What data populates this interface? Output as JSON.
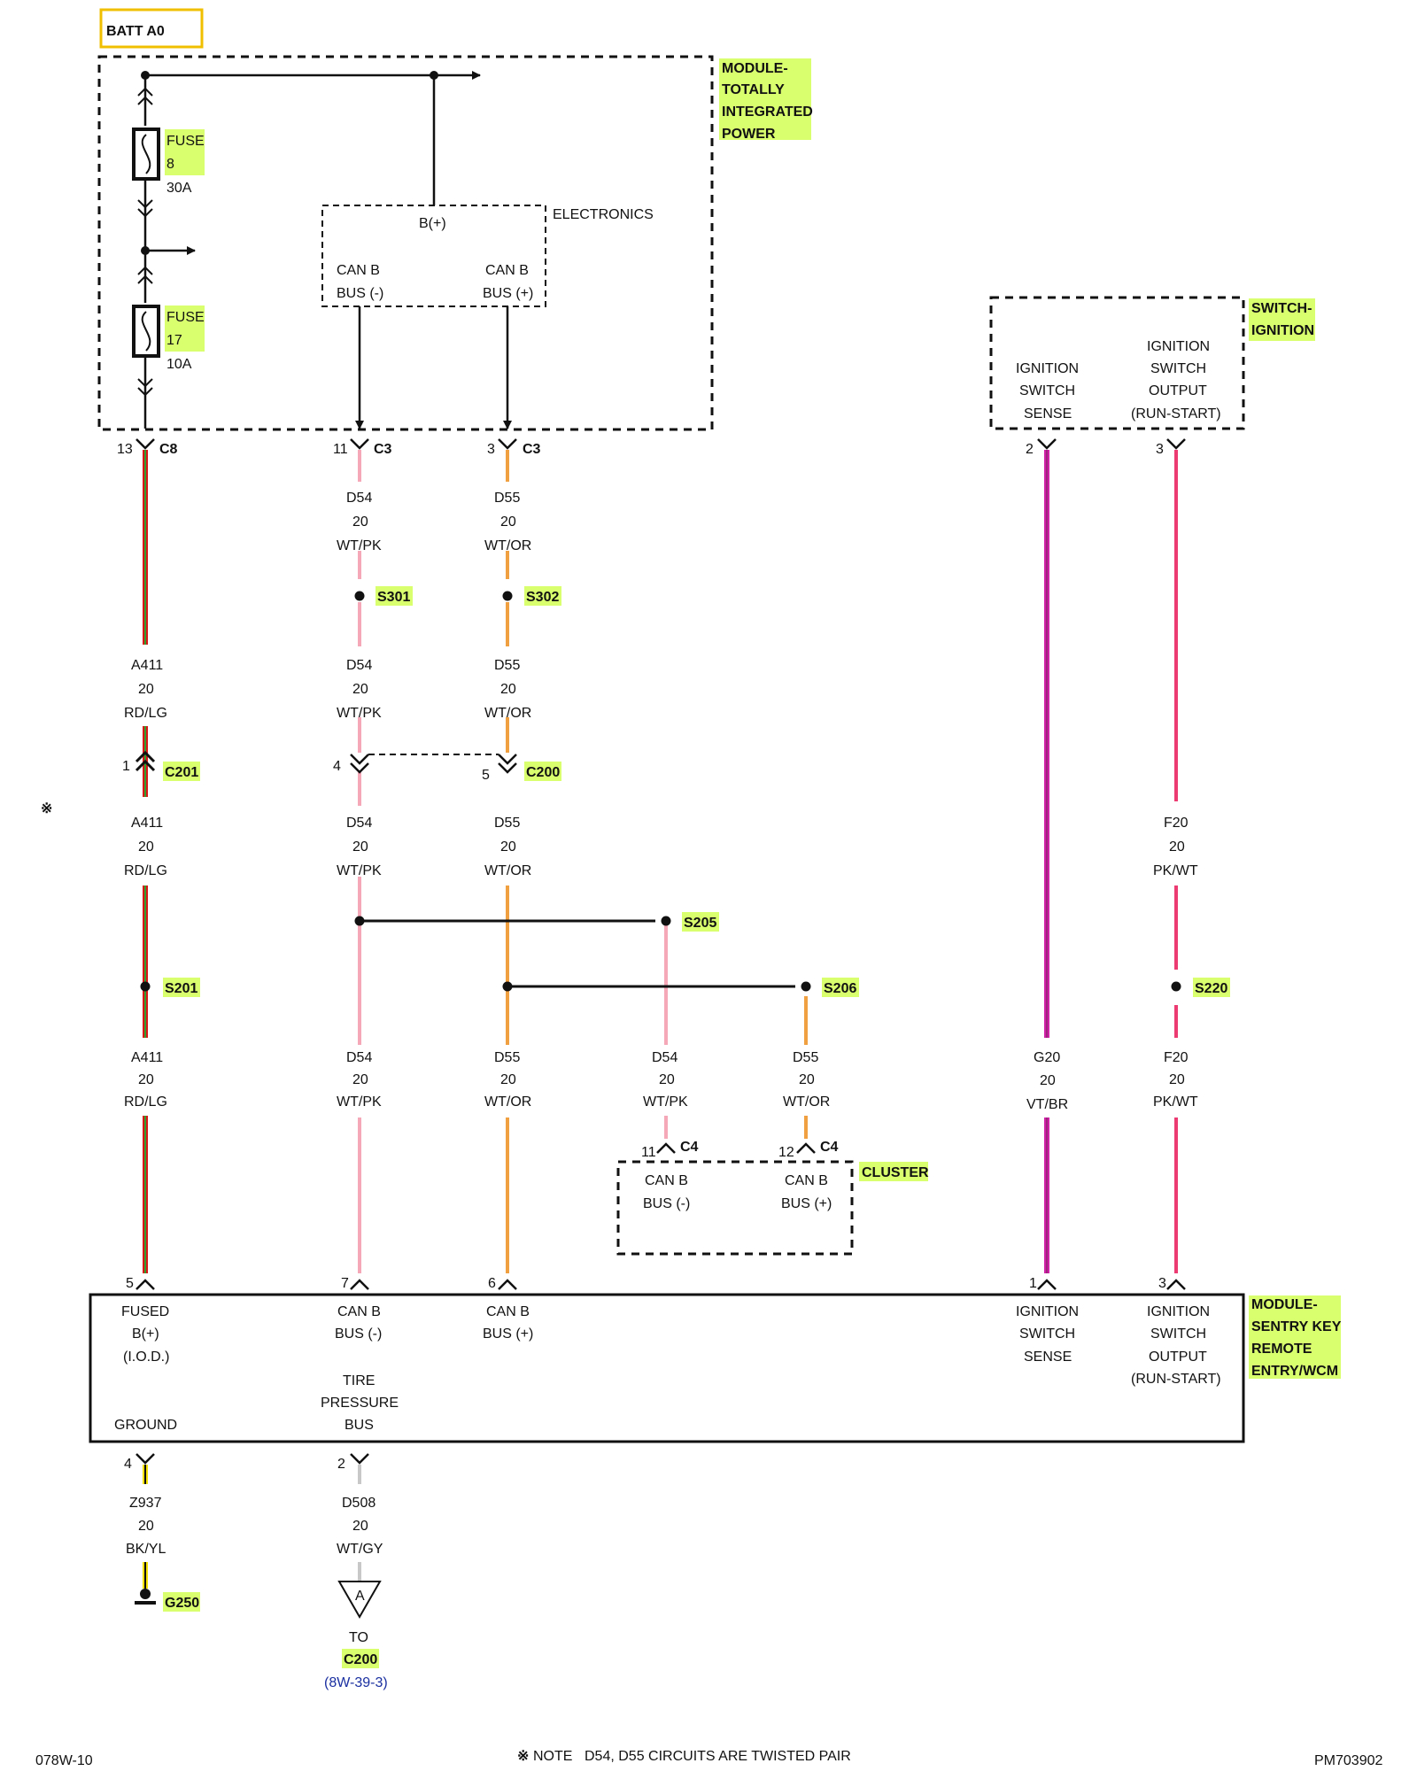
{
  "title": "BATT A0",
  "colors": {
    "highlight": "#d9ff6e",
    "wire_red": "#d81818",
    "wire_green": "#2fa02f",
    "wire_pink": "#f4a8b8",
    "wire_orange": "#f0a040",
    "wire_magenta": "#d020a8",
    "wire_pink_dark": "#ec3a72",
    "wire_yellow": "#f4e000",
    "wire_gray": "#c8c8c8",
    "ref_blue": "#1a2fa0"
  },
  "tipm": {
    "name_lines": [
      "MODULE-",
      "TOTALLY",
      "INTEGRATED",
      "POWER"
    ],
    "fuse1": {
      "label": "FUSE",
      "number": "8",
      "rating": "30A"
    },
    "fuse2": {
      "label": "FUSE",
      "number": "17",
      "rating": "10A"
    },
    "electronics": {
      "label": "ELECTRONICS",
      "bplus": "B(+)",
      "pin_left": [
        "CAN B",
        "BUS (-)"
      ],
      "pin_right": [
        "CAN B",
        "BUS (+)"
      ]
    },
    "connectors": [
      {
        "pin": "13",
        "name": "C8"
      },
      {
        "pin": "11",
        "name": "C3"
      },
      {
        "pin": "3",
        "name": "C3"
      }
    ]
  },
  "ignition_switch": {
    "name_lines": [
      "SWITCH-",
      "IGNITION"
    ],
    "pin_left": [
      "IGNITION",
      "SWITCH",
      "SENSE"
    ],
    "pin_right": [
      "IGNITION",
      "SWITCH",
      "OUTPUT",
      "(RUN-START)"
    ],
    "connectors": [
      {
        "pin": "2"
      },
      {
        "pin": "3"
      }
    ]
  },
  "wires": {
    "a411": [
      "A411",
      "20",
      "RD/LG"
    ],
    "d54": [
      "D54",
      "20",
      "WT/PK"
    ],
    "d55": [
      "D55",
      "20",
      "WT/OR"
    ],
    "g20": [
      "G20",
      "20",
      "VT/BR"
    ],
    "f20": [
      "F20",
      "20",
      "PK/WT"
    ],
    "z937": [
      "Z937",
      "20",
      "BK/YL"
    ],
    "d508": [
      "D508",
      "20",
      "WT/GY"
    ]
  },
  "splices": {
    "s301": "S301",
    "s302": "S302",
    "s201": "S201",
    "s205": "S205",
    "s206": "S206",
    "s220": "S220"
  },
  "inline_connectors": {
    "c201": {
      "name": "C201",
      "pin": "1"
    },
    "c200": {
      "name": "C200",
      "pin_left": "4",
      "pin_right": "5"
    }
  },
  "cluster": {
    "name": "CLUSTER",
    "pin_left": [
      "CAN B",
      "BUS (-)"
    ],
    "pin_right": [
      "CAN B",
      "BUS (+)"
    ],
    "connectors": [
      {
        "pin": "11",
        "name": "C4"
      },
      {
        "pin": "12",
        "name": "C4"
      }
    ]
  },
  "skreem": {
    "name_lines": [
      "MODULE-",
      "SENTRY KEY",
      "REMOTE",
      "ENTRY/WCM"
    ],
    "pin_fused": [
      "FUSED",
      "B(+)",
      "(I.O.D.)"
    ],
    "pin_ground": "GROUND",
    "pin_can_minus": [
      "CAN B",
      "BUS (-)"
    ],
    "pin_tire": [
      "TIRE",
      "PRESSURE",
      "BUS"
    ],
    "pin_can_plus": [
      "CAN B",
      "BUS (+)"
    ],
    "pin_ign_sense": [
      "IGNITION",
      "SWITCH",
      "SENSE"
    ],
    "pin_ign_output": [
      "IGNITION",
      "SWITCH",
      "OUTPUT",
      "(RUN-START)"
    ],
    "top_pins": [
      "5",
      "7",
      "6",
      "1",
      "3"
    ],
    "bottom_pins": [
      "4",
      "2"
    ]
  },
  "ground": {
    "name": "G250"
  },
  "offpage": {
    "letter": "A",
    "to": "TO",
    "connector": "C200",
    "ref": "(8W-39-3)"
  },
  "twisted_pair_marker": "※",
  "note": {
    "marker": "※",
    "prefix": "NOTE",
    "text": "D54, D55   CIRCUITS ARE TWISTED PAIR"
  },
  "footer_left": "078W-10",
  "footer_right": "PM703902"
}
